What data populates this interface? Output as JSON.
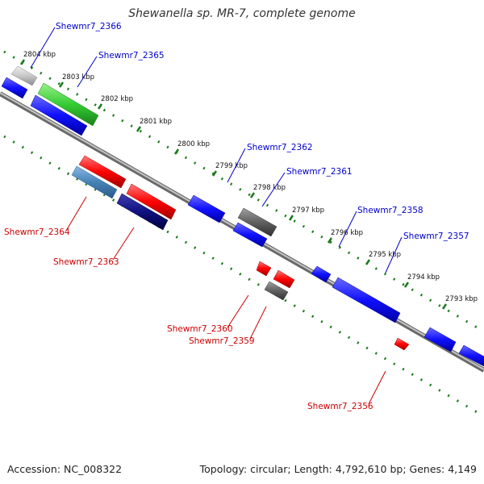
{
  "title": "Shewanella sp. MR-7, complete genome",
  "footer": {
    "accession": "Accession: NC_008322",
    "topology": "Topology: circular; Length: 4,792,610 bp; Genes: 4,149"
  },
  "scale_ticks": [
    "2804 kbp",
    "2803 kbp",
    "2802 kbp",
    "2801 kbp",
    "2800 kbp",
    "2799 kbp",
    "2798 kbp",
    "2797 kbp",
    "2796 kbp",
    "2795 kbp",
    "2794 kbp",
    "2793 kbp"
  ],
  "genes_top": [
    "Shewmr7_2366",
    "Shewmr7_2365",
    "Shewmr7_2362",
    "Shewmr7_2361",
    "Shewmr7_2358",
    "Shewmr7_2357"
  ],
  "genes_bottom": [
    "Shewmr7_2364",
    "Shewmr7_2363",
    "Shewmr7_2360",
    "Shewmr7_2359",
    "Shewmr7_2356"
  ],
  "colors": {
    "forward_label": "#0000cc",
    "reverse_label": "#cc0000",
    "backbone": "#9a9a9a",
    "dots": "#1a7a1a"
  }
}
